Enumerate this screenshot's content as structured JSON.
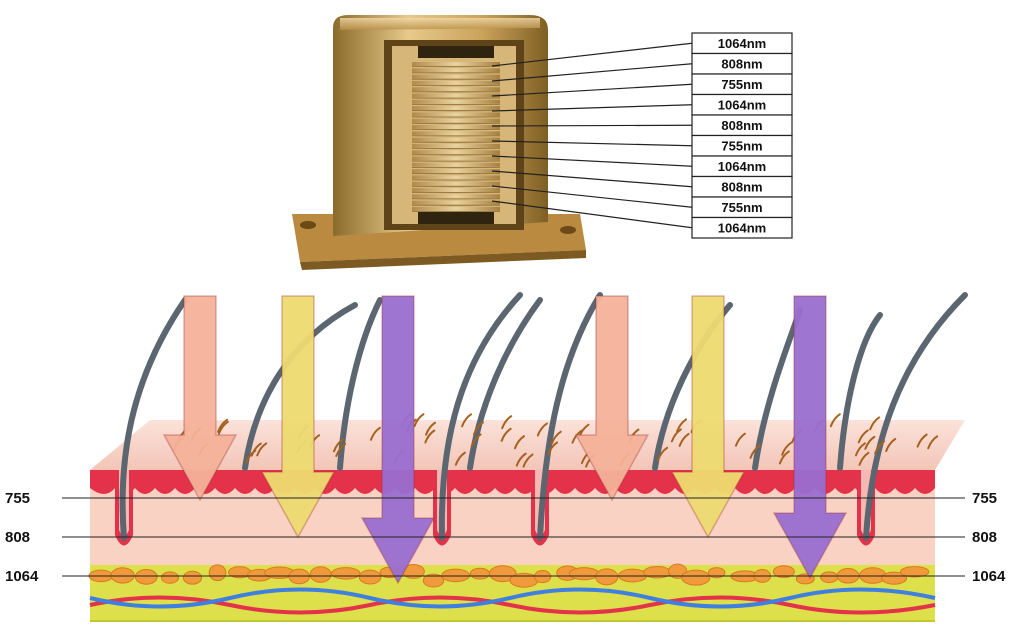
{
  "wavelength_labels": [
    "1064nm",
    "808nm",
    "755nm",
    "1064nm",
    "808nm",
    "755nm",
    "1064nm",
    "808nm",
    "755nm",
    "1064nm"
  ],
  "depth_markers": {
    "left": [
      "755",
      "808",
      "1064"
    ],
    "right": [
      "755",
      "808",
      "1064"
    ]
  },
  "colors": {
    "arrow_755": "#f5b29a",
    "arrow_808": "#eedb70",
    "arrow_1064": "#9a6ed0",
    "epidermis": "#f6c9bd",
    "dermis_red": "#e3324a",
    "fat": "#dde04a",
    "fat_cells": "#f09a3c",
    "hair": "#5b6670",
    "gold": "#c9a25a"
  }
}
